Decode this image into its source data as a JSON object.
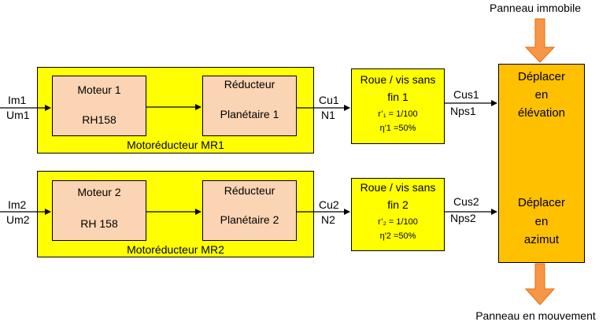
{
  "top_label": "Panneau immobile",
  "bottom_label": "Panneau en mouvement",
  "chain1": {
    "inputs": [
      "Im1",
      "Um1"
    ],
    "motor": [
      "Moteur 1",
      "RH158"
    ],
    "reducer": [
      "Réducteur",
      "Planétaire 1"
    ],
    "assembly_label": "Motoréducteur MR1",
    "outputs": [
      "Cu1",
      "N1"
    ],
    "worm": [
      "Roue / vis sans",
      "fin 1",
      "r’₁ = 1/100",
      "η'1 =50%"
    ],
    "worm_outputs": [
      "Cus1",
      "Nps1"
    ]
  },
  "chain2": {
    "inputs": [
      "Im2",
      "Um2"
    ],
    "motor": [
      "Moteur 2",
      "RH 158"
    ],
    "reducer": [
      "Réducteur",
      "Planétaire 2"
    ],
    "assembly_label": "Motoréducteur MR2",
    "outputs": [
      "Cu2",
      "N2"
    ],
    "worm": [
      "Roue / vis  sans",
      "fin 2",
      "r’₂ = 1/100",
      "η'2 =50%"
    ],
    "worm_outputs": [
      "Cus2",
      "Nps2"
    ]
  },
  "functions": {
    "elevation": [
      "Déplacer",
      "en",
      "élévation"
    ],
    "azimuth": [
      "Déplacer",
      "en",
      "azimut"
    ]
  },
  "colors": {
    "yellow": "#ffff00",
    "peach": "#fbd4b4",
    "orange": "#ffc000",
    "arrow_orange": "#f79646"
  }
}
